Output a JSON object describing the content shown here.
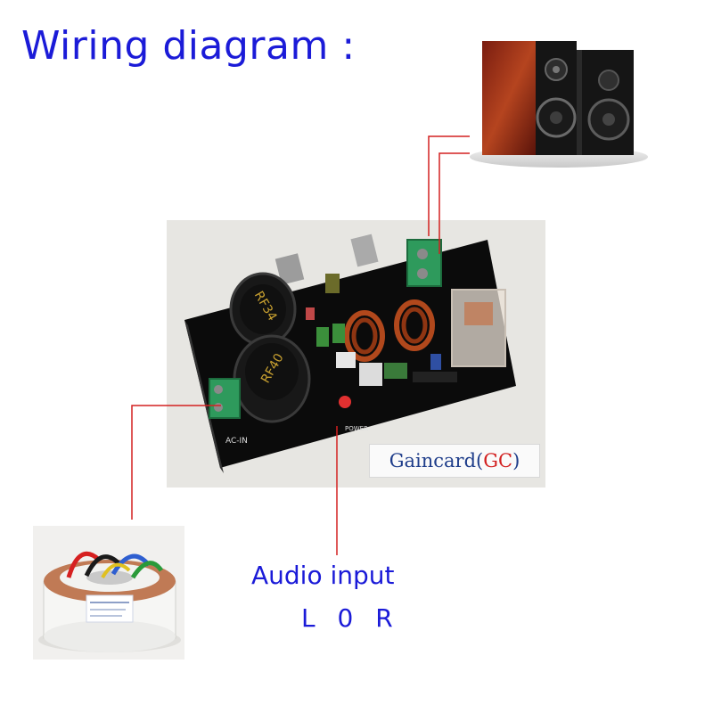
{
  "title": "Wiring diagram :",
  "board": {
    "cap1_label": "RF34",
    "cap2_label": "RF40",
    "ac_in_label": "AC-IN",
    "power_label": "POWER",
    "brand_prefix": "Gaincard(",
    "brand_code": "GC",
    "brand_suffix": ")"
  },
  "audio_input": {
    "label": "Audio input",
    "channels": "L 0 R"
  },
  "colors": {
    "title_text": "#1b1bd8",
    "wire": "#d42020",
    "pcb": "#0b0b0b",
    "terminal_green": "#2e9a5c",
    "coil_copper": "#b1481c"
  },
  "icons": [
    "speaker-pair-icon",
    "amplifier-board-icon",
    "toroidal-transformer-icon"
  ]
}
